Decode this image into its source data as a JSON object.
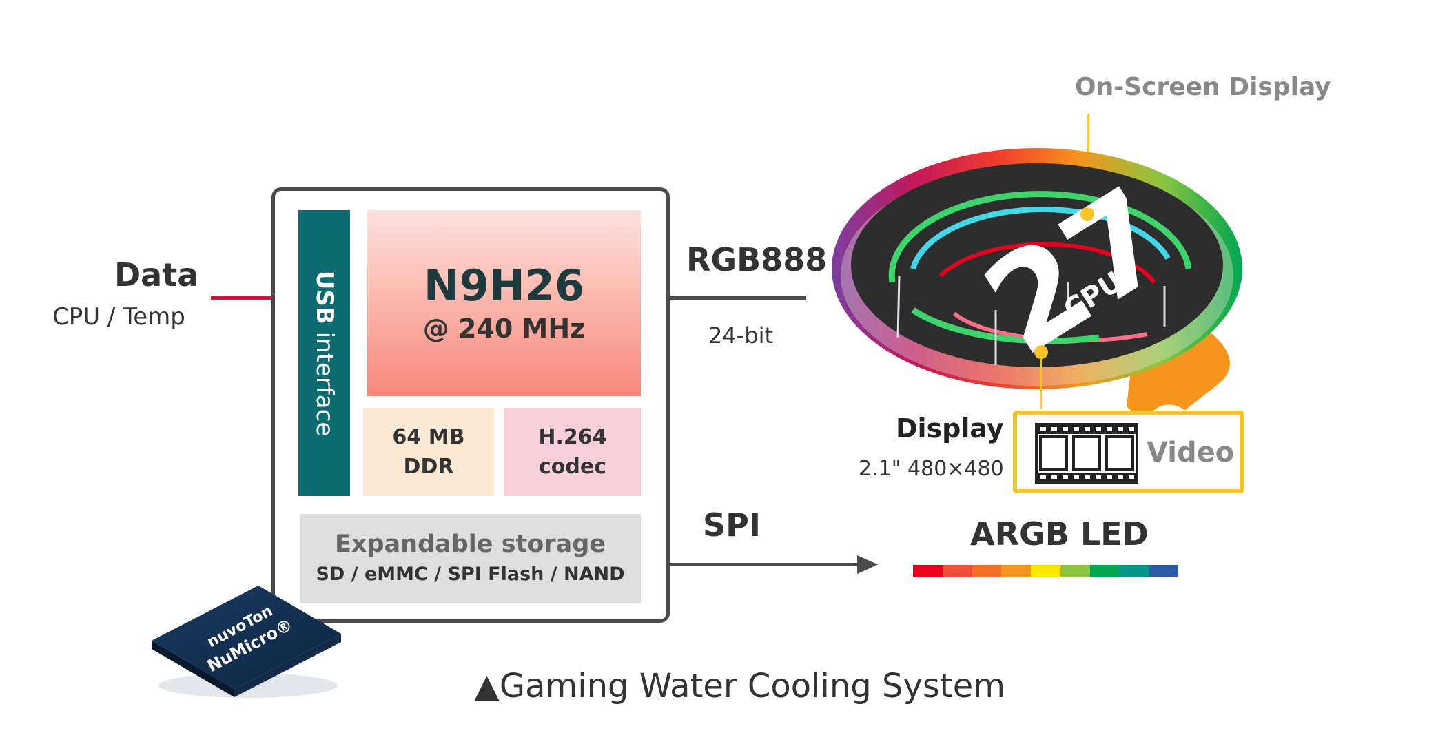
{
  "input": {
    "title": "Data",
    "subtitle": "CPU / Temp"
  },
  "usb": {
    "bold": "USB",
    "rest": "interface"
  },
  "cpu": {
    "name": "N9H26",
    "freq": "@ 240 MHz"
  },
  "ddr": {
    "line1": "64 MB",
    "line2": "DDR"
  },
  "codec": {
    "line1": "H.264",
    "line2": "codec"
  },
  "storage": {
    "title": "Expandable storage",
    "types": "SD / eMMC / SPI Flash / NAND"
  },
  "rgb": {
    "label": "RGB888",
    "sub": "24-bit"
  },
  "spi": {
    "label": "SPI"
  },
  "osd": {
    "label": "On-Screen Display"
  },
  "gauge": {
    "value": "27",
    "label": "CPU"
  },
  "display": {
    "title": "Display",
    "spec": "2.1\" 480×480"
  },
  "video": {
    "label": "Video"
  },
  "argb": {
    "label": "ARGB LED",
    "colors": [
      "#e8001c",
      "#f04e37",
      "#f26f24",
      "#f7941d",
      "#ffe600",
      "#8dc63f",
      "#00a651",
      "#009688",
      "#2a5caa"
    ]
  },
  "chip": {
    "brand": "nuvoTon",
    "model": "NuMicro®"
  },
  "caption": "▲Gaming Water Cooling System",
  "colors": {
    "accent_red": "#d4123d",
    "teal": "#0b6b70",
    "yellow": "#f7c52b",
    "gray_line": "#4a4a4a"
  }
}
